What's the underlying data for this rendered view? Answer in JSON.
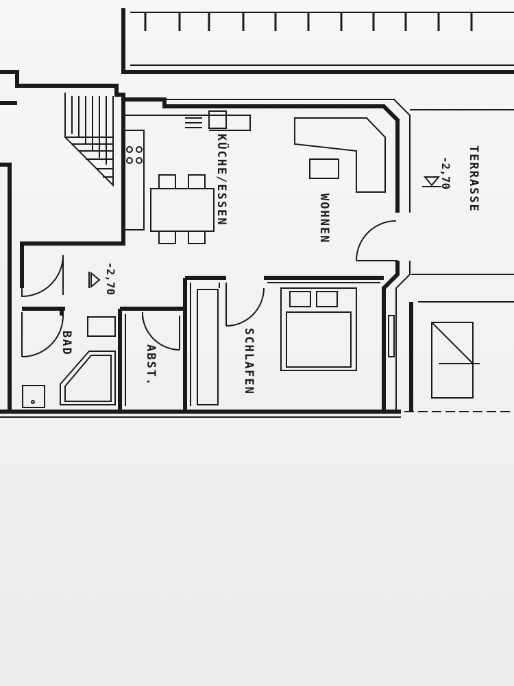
{
  "plan": {
    "rooms": {
      "kueche": "KÜCHE/ESSEN",
      "wohnen": "WOHNEN",
      "terrasse": "TERRASSE",
      "bad": "BAD",
      "abst": "ABST.",
      "schlafen": "SCHLAFEN"
    },
    "levels": {
      "terrasse": "-2,70",
      "flur": "-2,70"
    }
  }
}
